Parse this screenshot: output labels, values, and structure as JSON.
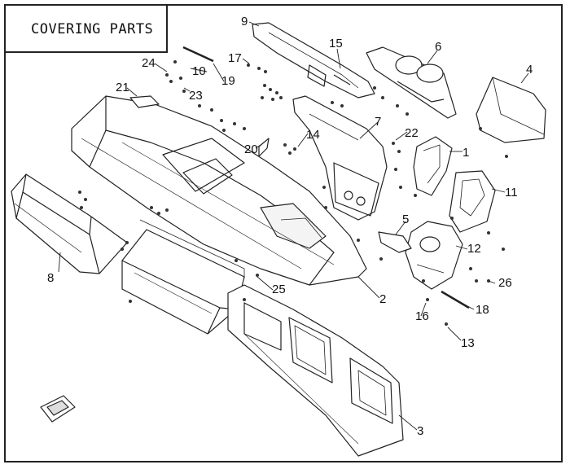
{
  "title": "COVERING PARTS",
  "part_numbers": [
    "1",
    "2",
    "3",
    "4",
    "5",
    "6",
    "7",
    "8",
    "9",
    "10",
    "11",
    "12",
    "13",
    "14",
    "15",
    "16",
    "17",
    "18",
    "19",
    "20",
    "21",
    "22",
    "23",
    "24",
    "25",
    "26"
  ]
}
